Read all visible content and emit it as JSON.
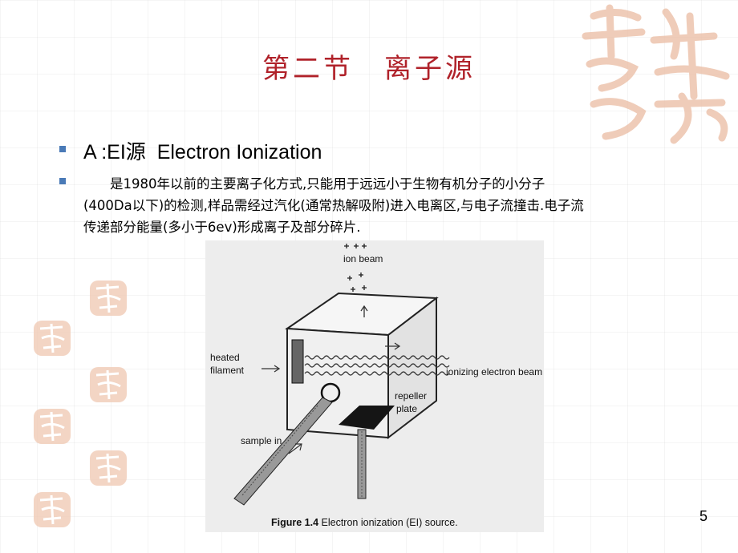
{
  "slide": {
    "title": "第二节　离子源",
    "heading": "A :EI源  Electron Ionization",
    "paragraph_lines": [
      "　　是1980年以前的主要离子化方式,只能用于远远小于生物有机分子的小分子",
      "(400Da以下)的检测,样品需经过汽化(通常热解吸附)进入电离区,与电子流撞击.电子流",
      "传递部分能量(多小于6ev)形成离子及部分碎片."
    ],
    "page_number": "5"
  },
  "figure": {
    "labels": {
      "ion_beam": "ion beam",
      "heated": "heated",
      "filament": "filament",
      "ionizing_beam": "ionizing electron beam",
      "repeller": "repeller",
      "plate": "plate",
      "sample_in": "sample in"
    },
    "caption_bold": "Figure 1.4",
    "caption_rest": " Electron ionization (EI) source."
  },
  "colors": {
    "title": "#b0222a",
    "bullet": "#4a7ab7",
    "decoration": "#e9b9a0"
  }
}
